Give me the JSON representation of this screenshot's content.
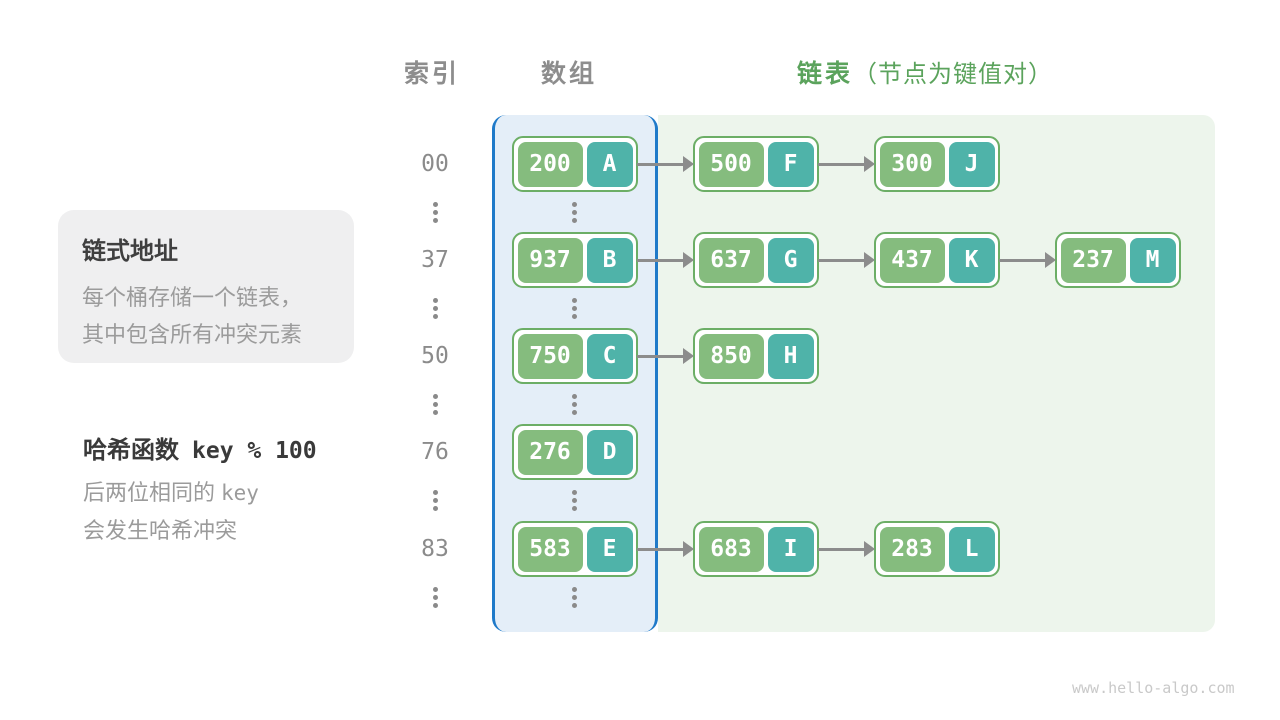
{
  "header": {
    "index_label": "索引",
    "array_label": "数组",
    "list_label": "链表",
    "list_note": "（节点为键值对）"
  },
  "info_box": {
    "title": "链式地址",
    "lines": [
      "每个桶存储一个链表，",
      "其中包含所有冲突元素"
    ]
  },
  "hash_note": {
    "label": "哈希函数",
    "formula": "key % 100",
    "line1_text": "后两位相同的",
    "line1_code": "key",
    "line2_text": "会发生哈希冲突"
  },
  "buckets": [
    {
      "index": "00",
      "nodes": [
        {
          "key": "200",
          "value": "A"
        },
        {
          "key": "500",
          "value": "F"
        },
        {
          "key": "300",
          "value": "J"
        }
      ]
    },
    {
      "index": "37",
      "nodes": [
        {
          "key": "937",
          "value": "B"
        },
        {
          "key": "637",
          "value": "G"
        },
        {
          "key": "437",
          "value": "K"
        },
        {
          "key": "237",
          "value": "M"
        }
      ]
    },
    {
      "index": "50",
      "nodes": [
        {
          "key": "750",
          "value": "C"
        },
        {
          "key": "850",
          "value": "H"
        }
      ]
    },
    {
      "index": "76",
      "nodes": [
        {
          "key": "276",
          "value": "D"
        }
      ]
    },
    {
      "index": "83",
      "nodes": [
        {
          "key": "583",
          "value": "E"
        },
        {
          "key": "683",
          "value": "I"
        },
        {
          "key": "283",
          "value": "L"
        }
      ]
    }
  ],
  "watermark": "www.hello-algo.com",
  "colors": {
    "key_fill": "#85bc7e",
    "value_fill": "#4fb3a9",
    "node_border": "#6cae66",
    "array_bg": "#e4eef8",
    "array_border": "#1f7ac9",
    "list_bg": "#edf5ec",
    "accent_green": "#5ba35c",
    "muted_gray": "#8b8b8b"
  }
}
